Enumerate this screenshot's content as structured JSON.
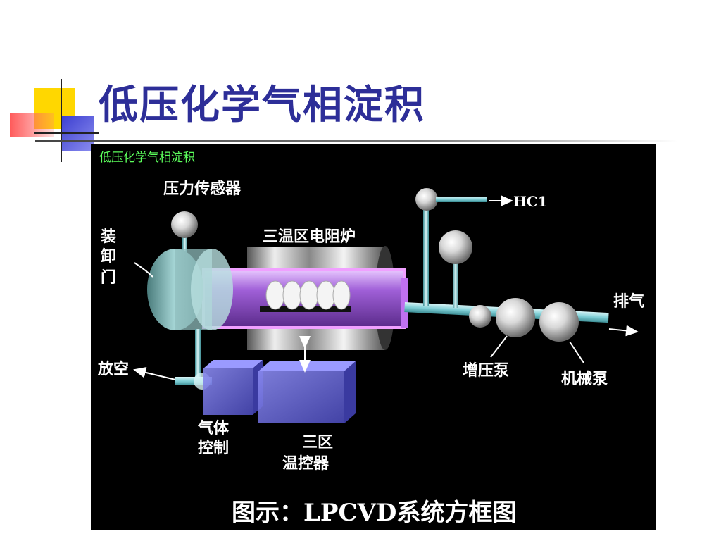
{
  "slide": {
    "title": "低压化学气相淀积"
  },
  "diagram": {
    "panel_title": "低压化学气相淀积",
    "labels": {
      "pressure_sensor": "压力传感器",
      "load_door": [
        "装",
        "卸",
        "门"
      ],
      "furnace": "三温区电阻炉",
      "hcl": "HC1",
      "exhaust": "排气",
      "vent": "放空",
      "booster_pump": "增压泵",
      "mechanical_pump": "机械泵",
      "gas_control": [
        "气体",
        "控制"
      ],
      "temp_controller": [
        "三区",
        "温控器"
      ]
    },
    "caption": "图示：LPCVD系统方框图"
  },
  "colors": {
    "title": "#2d2e98",
    "deco_yellow": "#ffd700",
    "deco_blue": "#3c3fd0",
    "deco_red": "#ff5a5a",
    "panel_bg": "#000000",
    "panel_title": "#5cff5c",
    "tube_glow": "#c070f0",
    "pipe": "#7fcfd6",
    "module": "#6a6adf"
  }
}
